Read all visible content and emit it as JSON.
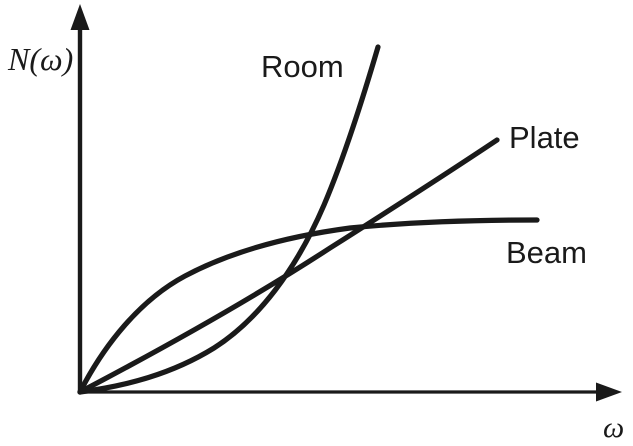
{
  "chart_data": {
    "type": "line",
    "title": "",
    "subtitle": "",
    "xlabel": "ω",
    "ylabel": "N(ω)",
    "xlim": [
      0,
      1
    ],
    "ylim": [
      0,
      1
    ],
    "grid": false,
    "axes_style": "arrow-axes, no tick marks, no tick labels",
    "legend": "inline end-of-curve labels",
    "legend_position": "inline",
    "annotations": [
      {
        "text": "Room",
        "x": 0.44,
        "y": 0.9
      },
      {
        "text": "Plate",
        "x": 0.86,
        "y": 0.67
      },
      {
        "text": "Beam",
        "x": 0.86,
        "y": 0.4
      }
    ],
    "series": [
      {
        "name": "Beam",
        "shape": "concave-down saturating (square-root / logarithmic-like)",
        "x": [
          0.0,
          0.04,
          0.09,
          0.15,
          0.22,
          0.3,
          0.39,
          0.48,
          0.58,
          0.69,
          0.8,
          0.85
        ],
        "values": [
          0.0,
          0.11,
          0.21,
          0.3,
          0.38,
          0.44,
          0.49,
          0.52,
          0.55,
          0.57,
          0.58,
          0.585
        ]
      },
      {
        "name": "Plate",
        "shape": "linear (constant modal density)",
        "x": [
          0.0,
          0.1,
          0.2,
          0.3,
          0.4,
          0.5,
          0.6,
          0.7,
          0.77
        ],
        "values": [
          0.0,
          0.085,
          0.17,
          0.255,
          0.34,
          0.425,
          0.51,
          0.595,
          0.652
        ]
      },
      {
        "name": "Room",
        "shape": "convex growing (cubic-like, ω² / ω³ growth)",
        "x": [
          0.0,
          0.07,
          0.14,
          0.21,
          0.28,
          0.34,
          0.4,
          0.46,
          0.52,
          0.55
        ],
        "values": [
          0.0,
          0.022,
          0.055,
          0.105,
          0.18,
          0.28,
          0.43,
          0.62,
          0.82,
          0.892
        ]
      }
    ]
  },
  "colors": {
    "line": "#1a1a1a",
    "axis": "#1a1a1a",
    "background": "#ffffff"
  },
  "labels": {
    "y_axis": "N(ω)",
    "x_axis": "ω",
    "room": "Room",
    "plate": "Plate",
    "beam": "Beam"
  }
}
